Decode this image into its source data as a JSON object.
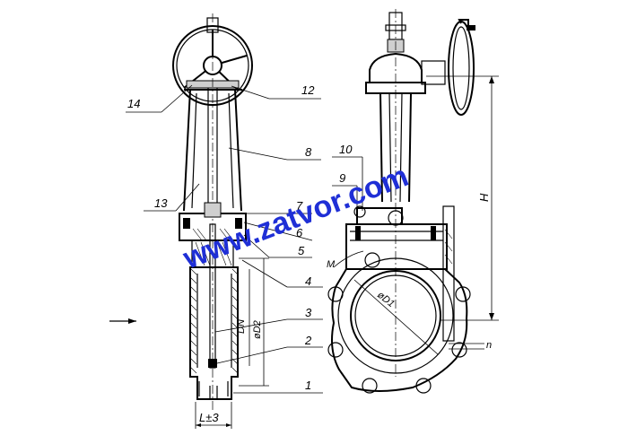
{
  "part_labels": {
    "p1": "1",
    "p2": "2",
    "p3": "3",
    "p4": "4",
    "p5": "5",
    "p6": "6",
    "p7": "7",
    "p8": "8",
    "p9": "9",
    "p10": "10",
    "p12": "12",
    "p13": "13",
    "p14": "14"
  },
  "dimension_labels": {
    "dn": "DN",
    "d2": "øD2",
    "d1": "øD1",
    "l": "L±3",
    "h": "H",
    "m": "M",
    "n": "n"
  },
  "watermark": "www.zatvor.com",
  "colors": {
    "line": "#000000",
    "watermark": "#1f2fd6",
    "background": "#ffffff"
  }
}
